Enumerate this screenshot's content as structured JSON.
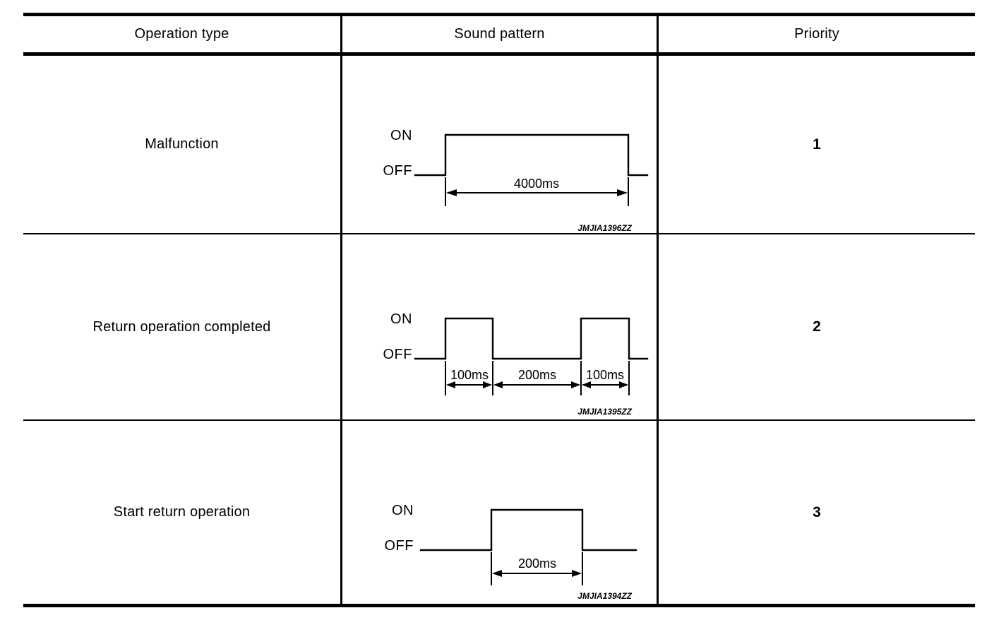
{
  "table": {
    "columns": [
      "Operation type",
      "Sound pattern",
      "Priority"
    ],
    "rows": [
      {
        "operation_type": "Malfunction",
        "priority": "1",
        "figure_code": "JMJIA1396ZZ",
        "state_labels": {
          "on": "ON",
          "off": "OFF"
        },
        "durations": [
          "4000ms"
        ]
      },
      {
        "operation_type": "Return operation completed",
        "priority": "2",
        "figure_code": "JMJIA1395ZZ",
        "state_labels": {
          "on": "ON",
          "off": "OFF"
        },
        "durations": [
          "100ms",
          "200ms",
          "100ms"
        ]
      },
      {
        "operation_type": "Start return operation",
        "priority": "3",
        "figure_code": "JMJIA1394ZZ",
        "state_labels": {
          "on": "ON",
          "off": "OFF"
        },
        "durations": [
          "200ms"
        ]
      }
    ]
  },
  "chart_data": [
    {
      "type": "line",
      "title": "Malfunction sound pattern",
      "ylabel": "",
      "xlabel": "",
      "tick_labels": [
        "OFF",
        "ON"
      ],
      "annotations": [
        "4000ms"
      ],
      "segments": [
        {
          "state": "OFF",
          "duration_ms": null
        },
        {
          "state": "ON",
          "duration_ms": 4000
        },
        {
          "state": "OFF",
          "duration_ms": null
        }
      ],
      "figure_code": "JMJIA1396ZZ"
    },
    {
      "type": "line",
      "title": "Return operation completed sound pattern",
      "ylabel": "",
      "xlabel": "",
      "tick_labels": [
        "OFF",
        "ON"
      ],
      "annotations": [
        "100ms",
        "200ms",
        "100ms"
      ],
      "segments": [
        {
          "state": "OFF",
          "duration_ms": null
        },
        {
          "state": "ON",
          "duration_ms": 100
        },
        {
          "state": "OFF",
          "duration_ms": 200
        },
        {
          "state": "ON",
          "duration_ms": 100
        },
        {
          "state": "OFF",
          "duration_ms": null
        }
      ],
      "figure_code": "JMJIA1395ZZ"
    },
    {
      "type": "line",
      "title": "Start return operation sound pattern",
      "ylabel": "",
      "xlabel": "",
      "tick_labels": [
        "OFF",
        "ON"
      ],
      "annotations": [
        "200ms"
      ],
      "segments": [
        {
          "state": "OFF",
          "duration_ms": null
        },
        {
          "state": "ON",
          "duration_ms": 200
        },
        {
          "state": "OFF",
          "duration_ms": null
        }
      ],
      "figure_code": "JMJIA1394ZZ"
    }
  ]
}
